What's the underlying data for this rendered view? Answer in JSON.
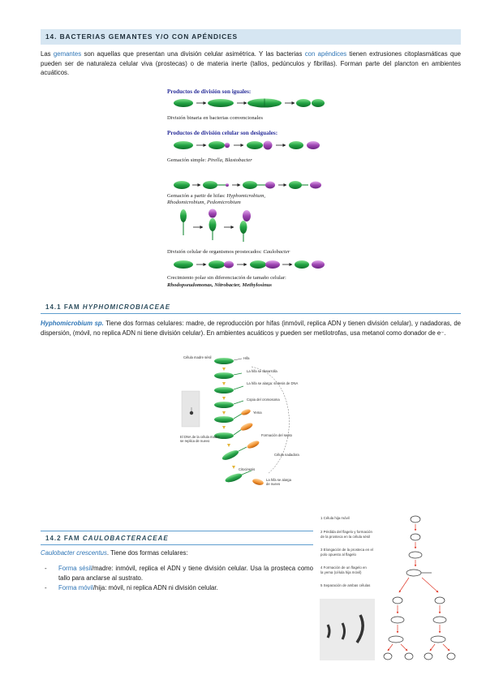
{
  "section": {
    "number": "14.",
    "title": "BACTERIAS GEMANTES Y/O CON APÉNDICES"
  },
  "intro": {
    "t1": "Las ",
    "gemantes": "gemantes",
    "t2": " son aquellas que presentan una división celular asimétrica. Y las bacterias ",
    "apendices": "con apéndices",
    "t3": " tienen extrusiones citoplasmáticas que pueden ser de naturaleza celular viva (prostecas) o de materia inerte (tallos, pedúnculos y fibrillas). Forman parte del plancton en ambientes acuáticos."
  },
  "figure1": {
    "title_equal": "Productos de división son iguales:",
    "caption_binary": "División binaria en bacterias convencionales",
    "title_unequal": "Productos de división celular son desiguales:",
    "caption_simple_a": "Gemación simple: ",
    "caption_simple_b": "Pirella, Blastobacter",
    "caption_hyphae_a": "Gemación a partir de hifas: ",
    "caption_hyphae_b": "Hyphomicrobium,",
    "caption_hyphae_c": "Rhodomicrobium, Pedomicrobium",
    "caption_prost_a": "División celular de organismos prostecados: ",
    "caption_prost_b": "Caulobacter",
    "caption_polar": "Crecimiento polar sin diferenciación de tamaño celular:",
    "caption_polar_b": "Rhodopseudomonas, Nitrobacter, Methylosinus"
  },
  "sub1": {
    "number": "14.1",
    "prefix": "FAM ",
    "name": "HYPHOMICROBIACEAE",
    "species": "Hyphomicrobium sp.",
    "text": " Tiene dos formas celulares: madre, de reproducción por hifas (inmóvil, replica ADN y tienen división celular), y nadadoras, de dispersión, (móvil, no replica ADN ni tiene división celular). En ambientes acuáticos y pueden ser metilotrofas, usa metanol como donador de e⁻."
  },
  "figure2": {
    "mother": "Célula madre sésil",
    "hypha": "Hifa",
    "hypha_develops": "La hifa se desarrolla",
    "hypha_elongates": "La hifa se alarga: síntesis de DNA",
    "chromosome_copy": "Copia del cromosoma",
    "yema": "Yema",
    "septum": "Formación del septo",
    "dna_replicates_a": "El DNA de la célula madre",
    "dna_replicates_b": "se replica de nuevo",
    "swarmer": "Célula nadadora",
    "cytokinesis": "Citocinesis",
    "hypha_again_a": "La hifa se alarga",
    "hypha_again_b": "de nuevo"
  },
  "sub2": {
    "number": "14.2",
    "prefix": "FAM ",
    "name": "CAULOBACTERACEAE",
    "species": "Caulobacter crescentus",
    "text": ". Tiene dos formas celulares:"
  },
  "bullets": [
    {
      "term": "Forma sésil",
      "text": "/madre: inmóvil, replica el ADN y tiene división celular. Usa la prosteca como tallo para anclarse al sustrato."
    },
    {
      "term": "Forma móvil",
      "text": "/hija: móvil, ni replica ADN ni división celular."
    }
  ],
  "figure3": {
    "step1": "1 Célula hija móvil",
    "step2a": "2 Pérdida del flagelo y formación",
    "step2b": "de la prosteca en la célula sésil",
    "step3a": "3 Elongación de la prosteca en el",
    "step3b": "polo opuesto al flagelo",
    "step4a": "4 Formación de un flagelo en",
    "step4b": "la yema (célula hija móvil)",
    "step5": "5 Separación de ambas células"
  },
  "colors": {
    "accent": "#2e75b6",
    "section_bg": "#d6e6f2",
    "cell_green": "#22a046",
    "bud_purple": "#9c3fae",
    "fig_title_blue": "#2a2f9a",
    "arrow_red": "#e03a2a"
  }
}
